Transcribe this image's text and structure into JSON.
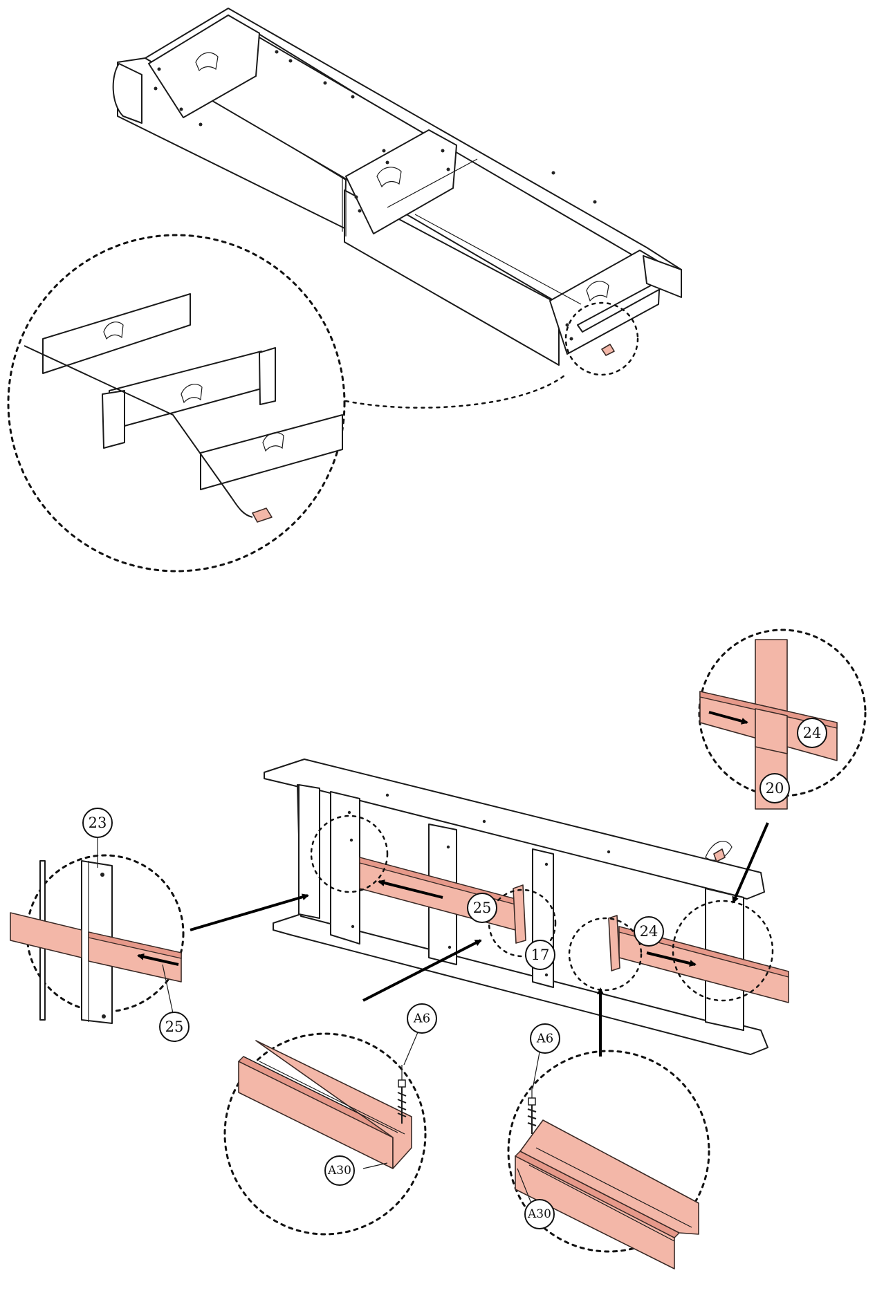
{
  "callouts": {
    "c24_top": "24",
    "c20": "20",
    "c23": "23",
    "c25_left": "25",
    "c25_mid": "25",
    "c17": "17",
    "c24_mid": "24",
    "a6_left": "A6",
    "a30_left": "A30",
    "a6_right": "A6",
    "a30_right": "A30"
  },
  "colors": {
    "part_highlight": "#f3b7a8",
    "line": "#1a1a1a"
  }
}
